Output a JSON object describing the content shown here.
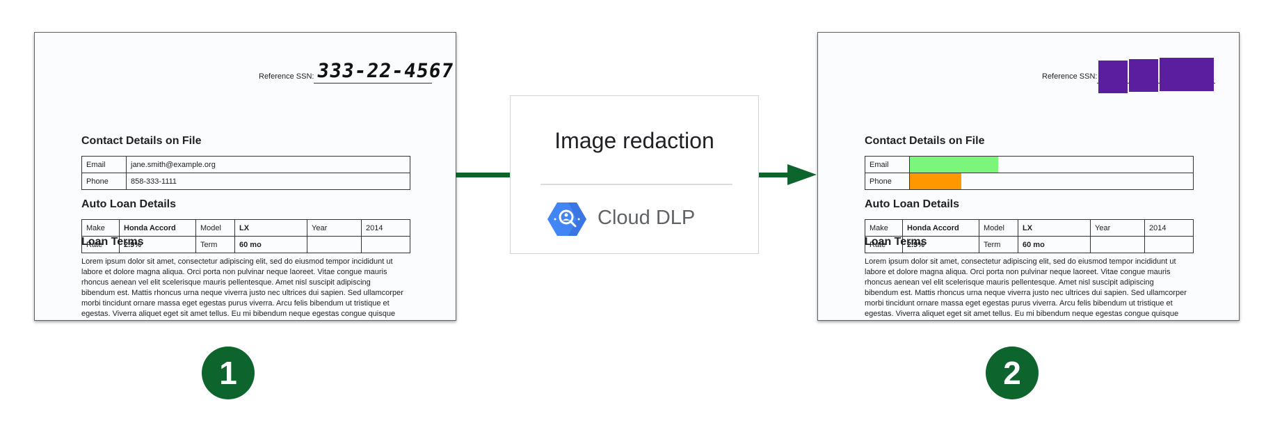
{
  "colors": {
    "accent_green": "#0d652d",
    "redact_email": "#7cf57b",
    "redact_phone": "#ff9800",
    "redact_ssn": "#5b1e9e",
    "cloud_dlp_blue": "#4285f4"
  },
  "document": {
    "ssn_label": "Reference SSN:",
    "ssn_value": "333-22-4567",
    "contact_heading": "Contact Details on File",
    "contact_rows": [
      {
        "label": "Email",
        "value": "jane.smith@example.org"
      },
      {
        "label": "Phone",
        "value": "858-333-1111"
      }
    ],
    "auto_heading": "Auto Loan Details",
    "auto_rows": [
      [
        "Make",
        "Honda Accord",
        "Model",
        "LX",
        "Year",
        "2014"
      ],
      [
        "Rate",
        "2.9%",
        "Term",
        "60 mo",
        "",
        ""
      ]
    ],
    "terms_heading": "Loan Terms",
    "terms_lines": [
      "Lorem ipsum dolor sit amet, consectetur adipiscing elit, sed do eiusmod tempor incididunt ut",
      "labore et dolore magna aliqua. Orci porta non pulvinar neque laoreet. Vitae congue mauris",
      "rhoncus aenean vel elit scelerisque mauris pellentesque. Amet nisl suscipit adipiscing",
      "bibendum est. Mattis rhoncus urna neque viverra justo nec ultrices dui sapien. Sed ullamcorper",
      "morbi tincidunt ornare massa eget egestas purus viverra. Arcu felis bibendum ut tristique et",
      "egestas. Viverra aliquet eget sit amet tellus. Eu mi bibendum neque egestas congue quisque"
    ]
  },
  "process": {
    "title": "Image redaction",
    "product": "Cloud DLP",
    "product_icon": "cloud-dlp-icon"
  },
  "steps": [
    "1",
    "2"
  ]
}
